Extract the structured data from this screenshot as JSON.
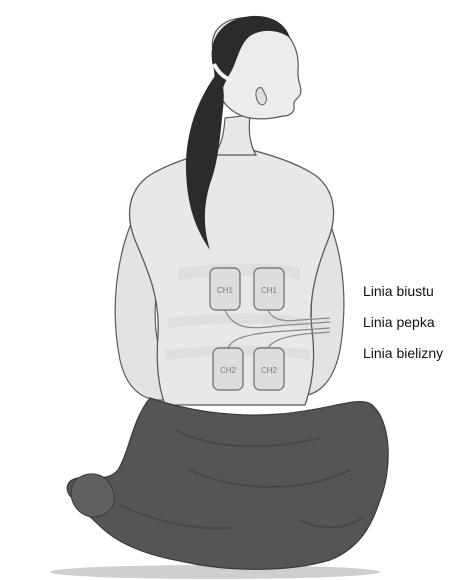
{
  "labels": {
    "bust_line": "Linia biustu",
    "navel_line": "Linia pepka",
    "underwear_line": "Linia bielizny"
  },
  "pads": {
    "upper_left": "CH1",
    "upper_right": "CH1",
    "lower_left": "CH2",
    "lower_right": "CH2"
  },
  "colors": {
    "skin": "#e8e8e8",
    "outline": "#5a5a5a",
    "hair": "#2b2b2b",
    "blanket": "#555555",
    "pad": "#dddddd",
    "text": "#111111"
  }
}
